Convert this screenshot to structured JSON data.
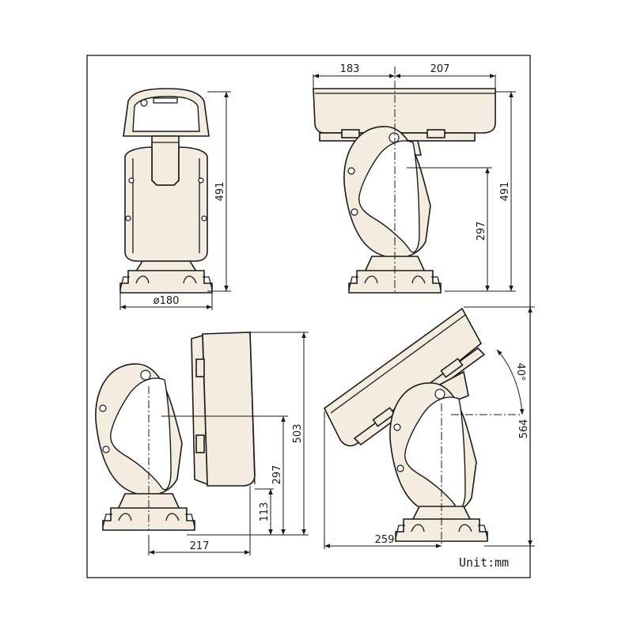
{
  "dimensions": {
    "front_height": "491",
    "front_base_diameter": "ø180",
    "side_width_left": "183",
    "side_width_right": "207",
    "side_height": "491",
    "side_center_height": "297",
    "rear_height": "503",
    "rear_center_height": "297",
    "rear_base_height": "113",
    "rear_depth": "217",
    "tilted_height": "564",
    "tilted_depth": "259",
    "tilt_angle": "40°"
  },
  "unit_label": "Unit:mm",
  "colors": {
    "line": "#1a1a1a",
    "fill": "#f4ecdf",
    "background": "#ffffff"
  }
}
